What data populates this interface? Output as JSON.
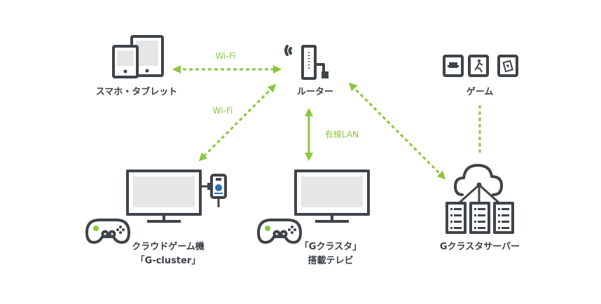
{
  "labels": {
    "smartphone": "スマホ・タブレット",
    "router": "ルーター",
    "game": "ゲーム",
    "cloud_device_line1": "クラウドゲーム機",
    "cloud_device_line2": "「G-cluster」",
    "tv_line1": "「Gクラスタ」",
    "tv_line2": "搭載テレビ",
    "server": "Gクラスタサーバー"
  },
  "connections": {
    "wifi_top": "Wi-Fi",
    "wifi_diag": "Wi-Fi",
    "wired_lan": "有線LAN"
  },
  "colors": {
    "accent": "#8cc63f",
    "stroke": "#3e4449",
    "screen": "#e6e6e6",
    "text": "#3a3f44"
  },
  "icons": [
    "smartphone-tablet-icon",
    "router-icon",
    "game-card-icon",
    "monitor-icon",
    "gamepad-icon",
    "cloud-icon",
    "server-rack-icon"
  ]
}
